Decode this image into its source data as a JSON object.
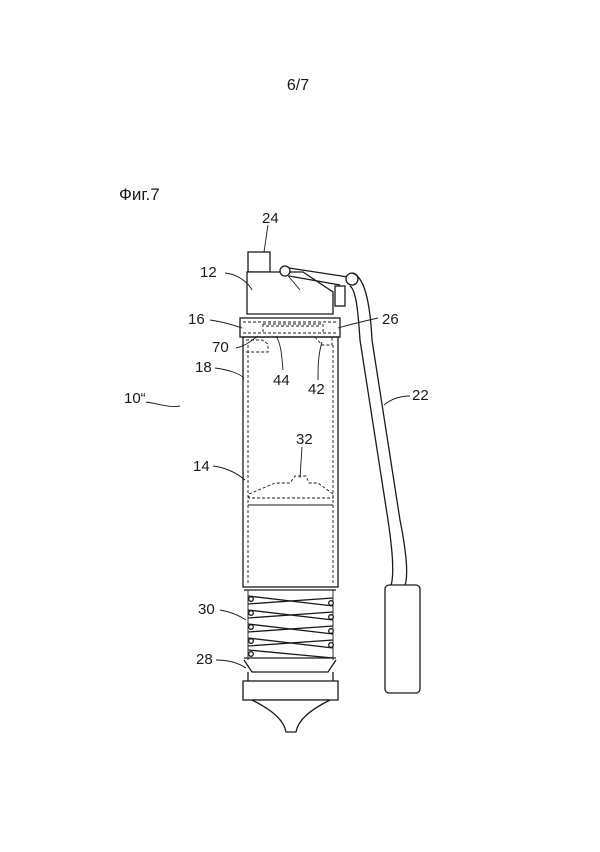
{
  "page": {
    "number": "6/7"
  },
  "figure": {
    "caption": "Фиг.7"
  },
  "labels": {
    "l24": "24",
    "l12": "12",
    "l16": "16",
    "l26": "26",
    "l70": "70",
    "l44": "44",
    "l42": "42",
    "l18": "18",
    "l10": "10“",
    "l22": "22",
    "l32": "32",
    "l14": "14",
    "l30": "30",
    "l28": "28"
  }
}
